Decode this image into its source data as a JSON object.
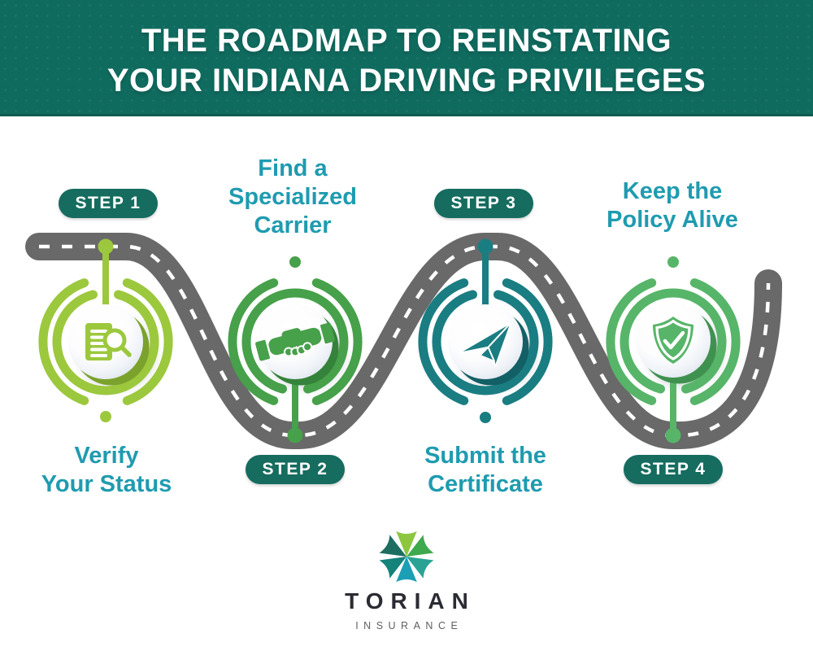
{
  "header": {
    "title_line1": "THE ROADMAP TO REINSTATING",
    "title_line2": "YOUR INDIANA DRIVING PRIVILEGES",
    "bg_color": "#106b5f"
  },
  "theme": {
    "badge_bg": "#156c5f",
    "badge_text_color": "#ffffff",
    "label_color": "#1f9bb0"
  },
  "road": {
    "color": "#696969",
    "centerline_color": "#ffffff"
  },
  "steps": [
    {
      "badge": "STEP 1",
      "label_lines": [
        "Verify",
        "Your Status"
      ],
      "label_position": "below",
      "color": "#9cc83d",
      "shadow_color": "#7ba22c",
      "icon": "document-search-icon"
    },
    {
      "badge": "STEP 2",
      "label_lines": [
        "Find a",
        "Specialized",
        "Carrier"
      ],
      "label_position": "above",
      "color": "#47a04a",
      "shadow_color": "#35823a",
      "icon": "handshake-icon"
    },
    {
      "badge": "STEP 3",
      "label_lines": [
        "Submit the",
        "Certificate"
      ],
      "label_position": "below",
      "color": "#1a7d82",
      "shadow_color": "#135f66",
      "icon": "paper-plane-icon"
    },
    {
      "badge": "STEP 4",
      "label_lines": [
        "Keep the",
        "Policy Alive"
      ],
      "label_position": "above",
      "color": "#57b569",
      "shadow_color": "#3f9150",
      "icon": "shield-check-icon"
    }
  ],
  "logo": {
    "name": "TORIAN",
    "subtitle": "INSURANCE",
    "name_color": "#2b2b33",
    "subtitle_color": "#5f5f5f",
    "petal_colors": [
      "#8dc63f",
      "#3fa94d",
      "#2aa394",
      "#1b9fb5",
      "#14837a",
      "#1d6e60"
    ]
  }
}
